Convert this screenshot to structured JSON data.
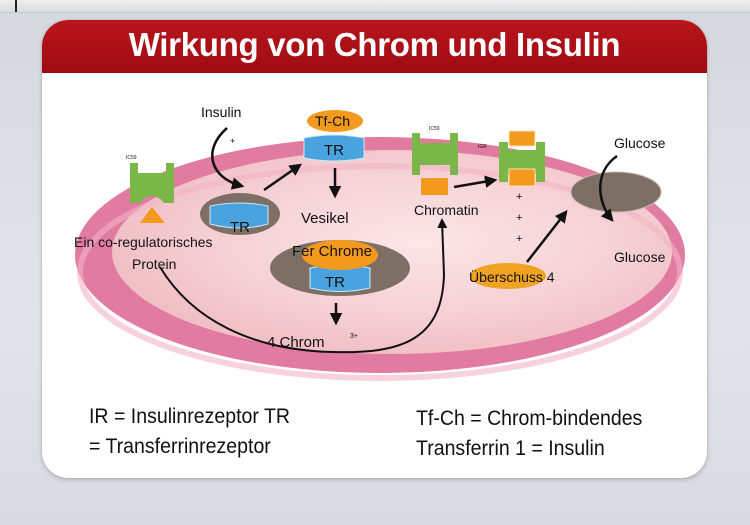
{
  "title": "Wirkung von Chrom und Insulin",
  "colors": {
    "header_red": "#a90f16",
    "membrane_pink": "#e27ba0",
    "cytoplasm_pink": "#f4c7cc",
    "receptor_green": "#7ab648",
    "orange": "#f39a1e",
    "tr_blue": "#4aa3df",
    "vesicle_brown": "#7d6f65"
  },
  "diagram": {
    "labels": {
      "insulin": "Insulin",
      "tf_ch": "Tf-Ch",
      "tr_top": "TR",
      "tr_left": "TR",
      "tr_vesicle": "TR",
      "vesikel": "Vesikel",
      "fer_chrome": "Fer Chrome",
      "co_regulatory_line1": "Ein co-regulatorisches",
      "co_regulatory_line2": "Protein",
      "chromatin": "Chromatin",
      "glucose_out": "Glucose",
      "glucose_in": "Glucose",
      "ueberschuss": "Überschuss 4",
      "chrom": "4 Chrom",
      "chrom_charge": "3+",
      "plus": "+"
    },
    "tiny_receptor_labels": [
      "IC59",
      "IC59",
      "IGR"
    ]
  },
  "legend": {
    "left_line1": "IR = Insulinrezeptor TR",
    "left_line2": "= Transferrinrezeptor",
    "right_line1": "Tf-Ch = Chrom-bindendes",
    "right_line2": "Transferrin 1 = Insulin"
  }
}
